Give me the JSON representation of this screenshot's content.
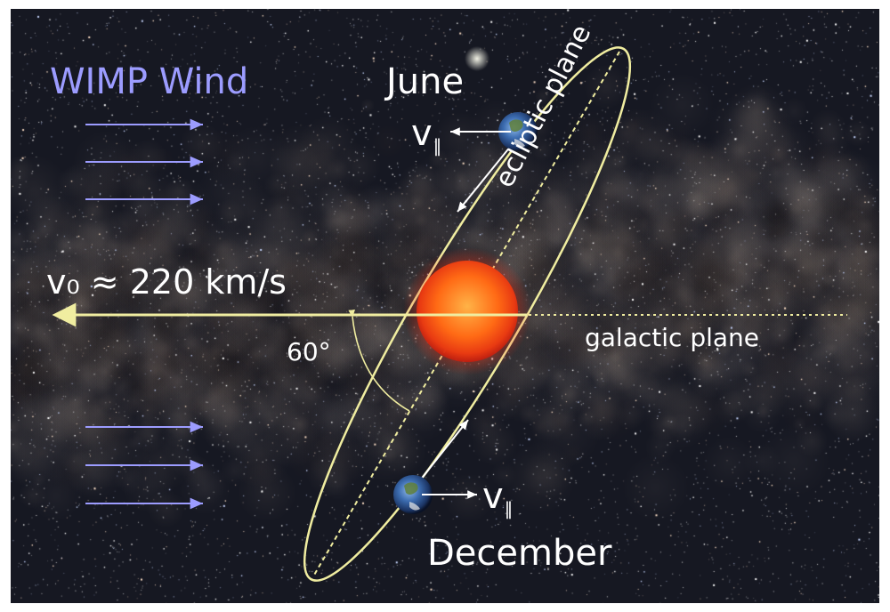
{
  "labels": {
    "wind_title": "WIMP Wind",
    "june": "June",
    "december": "December",
    "v_parallel_base": "v",
    "v_parallel_sub": "∥",
    "v0": "v₀ ≈ 220 km/s",
    "angle": "60°",
    "galactic_plane": "galactic plane",
    "ecliptic_plane": "ecliptic plane"
  },
  "colors": {
    "wind": "#9c9cff",
    "orbit": "#f0eda0",
    "label": "#ffffff",
    "sun_core": "#ff7a1a",
    "sun_edge": "#c81f10",
    "space": "#141620"
  },
  "icons": [
    "sun",
    "earth-june",
    "earth-december",
    "wind-arrows"
  ]
}
